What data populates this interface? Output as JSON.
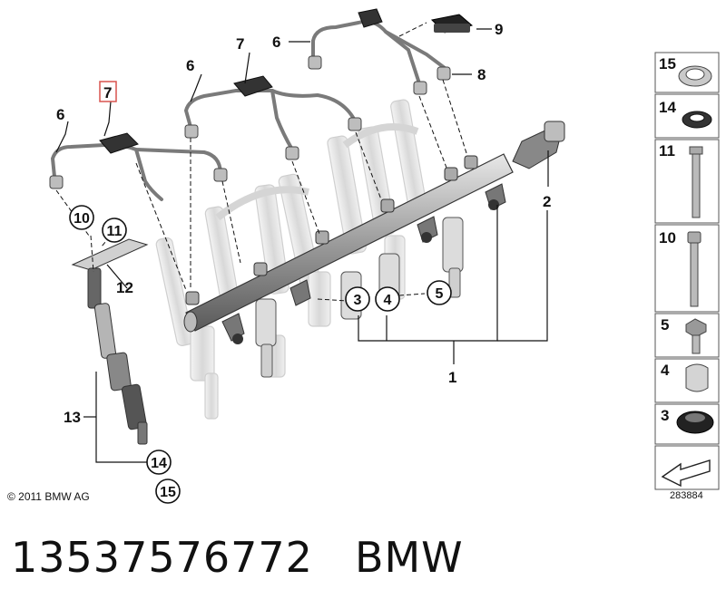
{
  "callouts": {
    "c6a": "6",
    "c7a": "7",
    "c6b": "6",
    "c7b": "7",
    "c6c": "6",
    "c9": "9",
    "c8": "8",
    "c2": "2",
    "c1": "1",
    "c3": "3",
    "c4": "4",
    "c5": "5",
    "c10": "10",
    "c11": "11",
    "c12": "12",
    "c13": "13",
    "c14": "14",
    "c15": "15"
  },
  "legend": [
    "15",
    "14",
    "11",
    "10",
    "5",
    "4",
    "3"
  ],
  "copyright": "© 2011 BMW AG",
  "image_ref": "283884",
  "part_number": "13537576772",
  "brand": "BMW",
  "colors": {
    "highlight_box": "#d9534f",
    "line": "#111111",
    "part_gray": "#9a9a9a"
  }
}
